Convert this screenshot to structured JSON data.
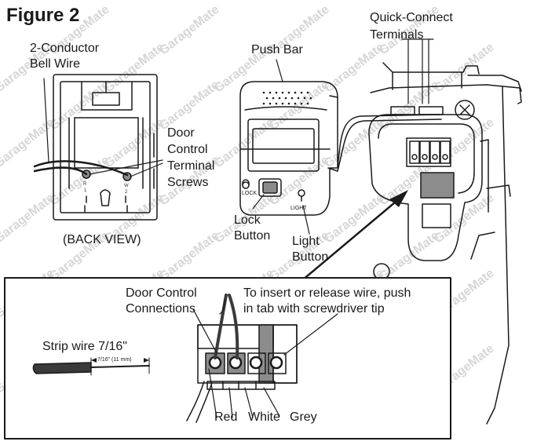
{
  "figure_title": "Figure 2",
  "watermark": "GarageMate",
  "labels": {
    "bell_wire_line1": "2-Conductor",
    "bell_wire_line2": "Bell Wire",
    "door_control_line1": "Door",
    "door_control_line2": "Control",
    "door_control_line3": "Terminal",
    "door_control_line4": "Screws",
    "back_view": "(BACK VIEW)",
    "push_bar": "Push Bar",
    "quick_connect_line1": "Quick-Connect",
    "quick_connect_line2": "Terminals",
    "lock_button_line1": "Lock",
    "lock_button_line2": "Button",
    "light_button_line1": "Light",
    "light_button_line2": "Button",
    "door_control_connections_line1": "Door Control",
    "door_control_connections_line2": "Connections",
    "insert_release_line1": "To insert or release wire, push",
    "insert_release_line2": "in tab with screwdriver tip",
    "strip_wire": "Strip wire 7/16\"",
    "strip_dimension": "7/16\" (11 mm)",
    "wire_red": "Red",
    "wire_white": "White",
    "wire_grey": "Grey",
    "lock_text": "LOCK",
    "light_text": "LIGHT",
    "terminal_r": "R",
    "terminal_w": "W",
    "terminal_1": "1",
    "terminal_2": "2"
  },
  "colors": {
    "line": "#1a1a1a",
    "fill_gray": "#8c8c8c",
    "fill_dark": "#3a3a3a",
    "watermark": "#d6d6d6"
  }
}
